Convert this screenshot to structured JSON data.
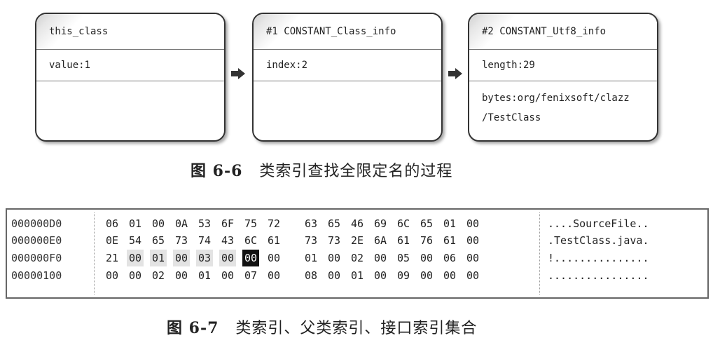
{
  "fig6": {
    "boxes": [
      {
        "title": "this_class",
        "row1": "value:1",
        "row2": [
          "",
          ""
        ]
      },
      {
        "title": "#1 CONSTANT_Class_info",
        "row1": "index:2",
        "row2": [
          "",
          ""
        ]
      },
      {
        "title": "#2 CONSTANT_Utf8_info",
        "row1": "length:29",
        "row2": [
          "bytes:org/fenixsoft/clazz",
          "/TestClass"
        ]
      }
    ],
    "caption_num": "图 6-6",
    "caption_text": "类索引查找全限定名的过程"
  },
  "fig7": {
    "rows": [
      {
        "addr": "000000D0",
        "bytes": [
          "06",
          "01",
          "00",
          "0A",
          "53",
          "6F",
          "75",
          "72",
          "63",
          "65",
          "46",
          "69",
          "6C",
          "65",
          "01",
          "00"
        ],
        "ascii": "....SourceFile.."
      },
      {
        "addr": "000000E0",
        "bytes": [
          "0E",
          "54",
          "65",
          "73",
          "74",
          "43",
          "6C",
          "61",
          "73",
          "73",
          "2E",
          "6A",
          "61",
          "76",
          "61",
          "00"
        ],
        "ascii": ".TestClass.java."
      },
      {
        "addr": "000000F0",
        "bytes": [
          "21",
          "00",
          "01",
          "00",
          "03",
          "00",
          "00",
          "00",
          "01",
          "00",
          "02",
          "00",
          "05",
          "00",
          "06",
          "00"
        ],
        "ascii": "!..............."
      },
      {
        "addr": "00000100",
        "bytes": [
          "00",
          "00",
          "02",
          "00",
          "01",
          "00",
          "07",
          "00",
          "08",
          "00",
          "01",
          "00",
          "09",
          "00",
          "00",
          "00"
        ],
        "ascii": "................"
      }
    ],
    "caption_num": "图 6-7",
    "caption_text": "类索引、父类索引、接口索引集合"
  }
}
